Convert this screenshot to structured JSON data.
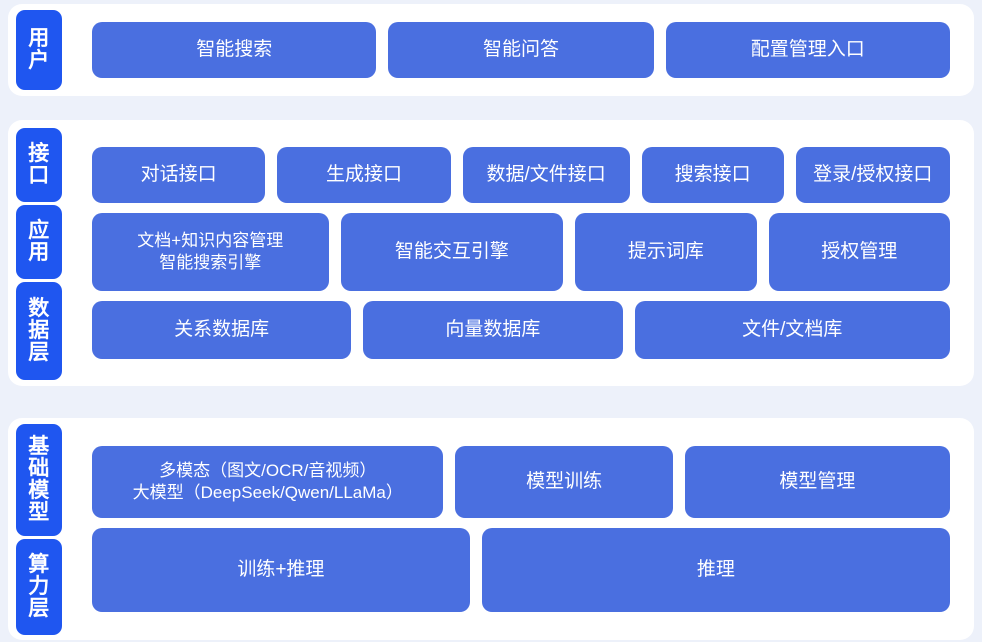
{
  "colors": {
    "page_background": "#edf1fa",
    "panel_background": "#ffffff",
    "tab_blue": "#1f56f0",
    "box_blue": "#4a6fe0",
    "text_on_blue": "#ffffff"
  },
  "sections": [
    {
      "id": "users",
      "tabs": [
        {
          "id": "user",
          "label": "用户"
        }
      ],
      "rows": [
        {
          "id": "user-entries",
          "boxes": [
            {
              "id": "smart-search",
              "label": "智能搜索"
            },
            {
              "id": "smart-qa",
              "label": "智能问答"
            },
            {
              "id": "config-management-entry",
              "label": "配置管理入口"
            }
          ]
        }
      ]
    },
    {
      "id": "middle",
      "tabs": [
        {
          "id": "interface",
          "label": "接口"
        },
        {
          "id": "application",
          "label": "应用"
        },
        {
          "id": "data-layer",
          "label": "数据层"
        }
      ],
      "rows": [
        {
          "id": "interface-row",
          "boxes": [
            {
              "id": "dialog-interface",
              "label": "对话接口"
            },
            {
              "id": "generation-interface",
              "label": "生成接口"
            },
            {
              "id": "data-file-interface",
              "label": "数据/文件接口"
            },
            {
              "id": "search-interface",
              "label": "搜索接口"
            },
            {
              "id": "login-auth-interface",
              "label": "登录/授权接口"
            }
          ]
        },
        {
          "id": "application-row",
          "boxes": [
            {
              "id": "doc-knowledge-management",
              "label": "文档+知识内容管理\n智能搜索引擎"
            },
            {
              "id": "smart-interaction-engine",
              "label": "智能交互引擎"
            },
            {
              "id": "prompt-library",
              "label": "提示词库"
            },
            {
              "id": "authorization-management",
              "label": "授权管理"
            }
          ]
        },
        {
          "id": "data-row",
          "boxes": [
            {
              "id": "relational-database",
              "label": "关系数据库"
            },
            {
              "id": "vector-database",
              "label": "向量数据库"
            },
            {
              "id": "file-document-store",
              "label": "文件/文档库"
            }
          ]
        }
      ]
    },
    {
      "id": "bottom",
      "tabs": [
        {
          "id": "foundation-model",
          "label": "基础模型"
        },
        {
          "id": "compute-layer",
          "label": "算力层"
        }
      ],
      "rows": [
        {
          "id": "model-row",
          "boxes": [
            {
              "id": "multimodal-large-model",
              "label": "多模态（图文/OCR/音视频）\n大模型（DeepSeek/Qwen/LLaMa）"
            },
            {
              "id": "model-training",
              "label": "模型训练"
            },
            {
              "id": "model-management",
              "label": "模型管理"
            }
          ]
        },
        {
          "id": "compute-row",
          "boxes": [
            {
              "id": "training-and-inference",
              "label": "训练+推理"
            },
            {
              "id": "inference",
              "label": "推理"
            }
          ]
        }
      ]
    }
  ]
}
